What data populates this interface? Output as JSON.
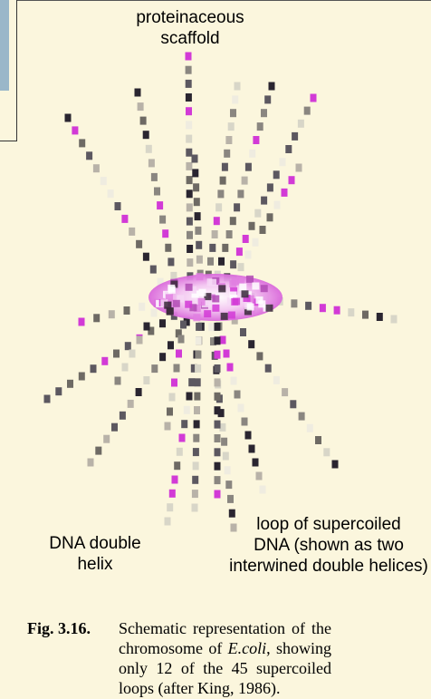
{
  "labels": {
    "scaffold": [
      "proteinaceous",
      "scaffold"
    ],
    "helix": [
      "DNA double",
      "helix"
    ],
    "loop": [
      "loop of supercoiled",
      "DNA (shown as two",
      "interwined double helices)"
    ]
  },
  "caption": {
    "figure_number": "Fig. 3.16.",
    "text_before": "Schematic representation of the chromosome of ",
    "organism": "E.coli",
    "text_after": ", showing only 12 of the 45 supercoiled loops (after King, 1986)."
  },
  "colors": {
    "background": "#fbf6dd",
    "core_magenta": "#d23ad6",
    "core_light": "#f6d8f6",
    "dna_dark": "#2a2530",
    "dna_gray": "#8a8680",
    "dna_light": "#d8d6c8",
    "accent_blue": "#9ab7c9"
  }
}
